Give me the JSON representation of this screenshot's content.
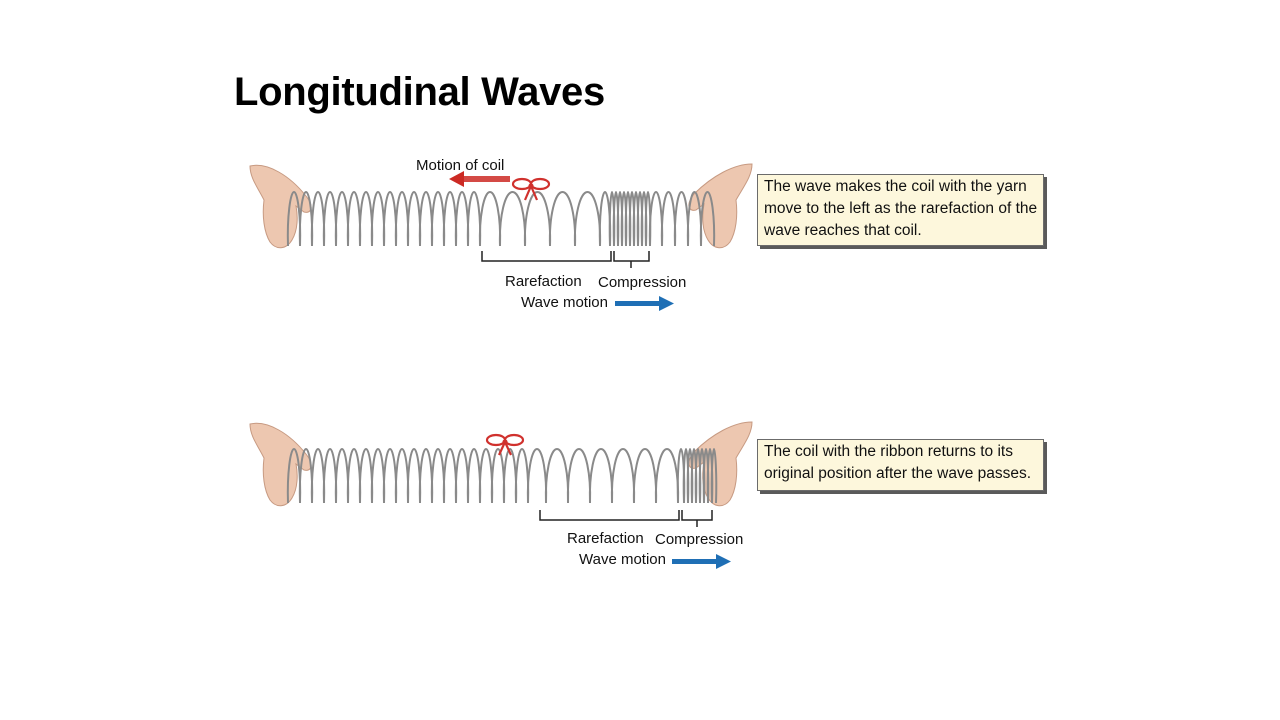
{
  "title": "Longitudinal Waves",
  "panel_top": {
    "motion_label": "Motion of coil",
    "rarefaction_label": "Rarefaction",
    "compression_label": "Compression",
    "wave_motion_label": "Wave motion",
    "caption_lines": [
      "The wave makes the coil with the yarn",
      "move to the left as the rarefaction of the",
      "wave reaches that coil."
    ]
  },
  "panel_bottom": {
    "rarefaction_label": "Rarefaction",
    "compression_label": "Compression",
    "wave_motion_label": "Wave motion",
    "caption_lines": [
      "The coil with the ribbon returns to its",
      "original position after the wave passes."
    ]
  },
  "colors": {
    "coil": "#8a8a8a",
    "ribbon": "#d0312d",
    "motion_arrow": "#cc2a24",
    "wave_arrow": "#1f6fb5",
    "caption_bg": "#fdf7dc",
    "hand": "#edc7b0"
  }
}
